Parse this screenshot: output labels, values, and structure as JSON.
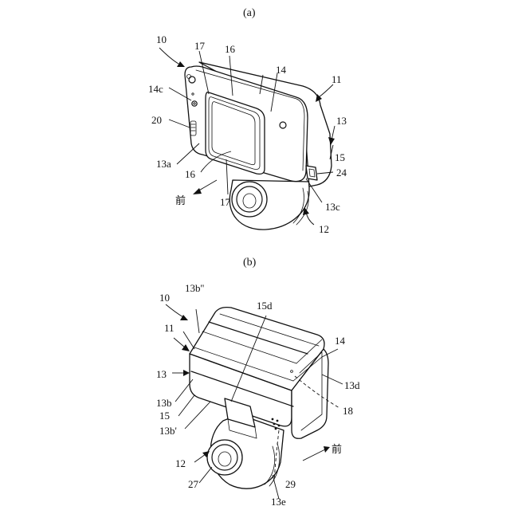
{
  "panels": {
    "a": {
      "caption": "(a)"
    },
    "b": {
      "caption": "(b)"
    }
  },
  "labels_a": {
    "l10": "10",
    "l17_top": "17",
    "l16_top": "16",
    "l14": "14",
    "l11": "11",
    "l14c": "14c",
    "l20": "20",
    "l13": "13",
    "l15": "15",
    "l13a": "13a",
    "l24": "24",
    "l16_bottom": "16",
    "l17_bottom": "17",
    "front": "前",
    "l13c": "13c",
    "l12": "12"
  },
  "labels_b": {
    "l10": "10",
    "l13b2": "13b''",
    "l15d": "15d",
    "l11": "11",
    "l14": "14",
    "l13": "13",
    "l13d": "13d",
    "l13b": "13b",
    "l18": "18",
    "l15": "15",
    "l13b1": "13b'",
    "front": "前",
    "l12": "12",
    "l27": "27",
    "l29": "29",
    "l13e": "13e"
  }
}
